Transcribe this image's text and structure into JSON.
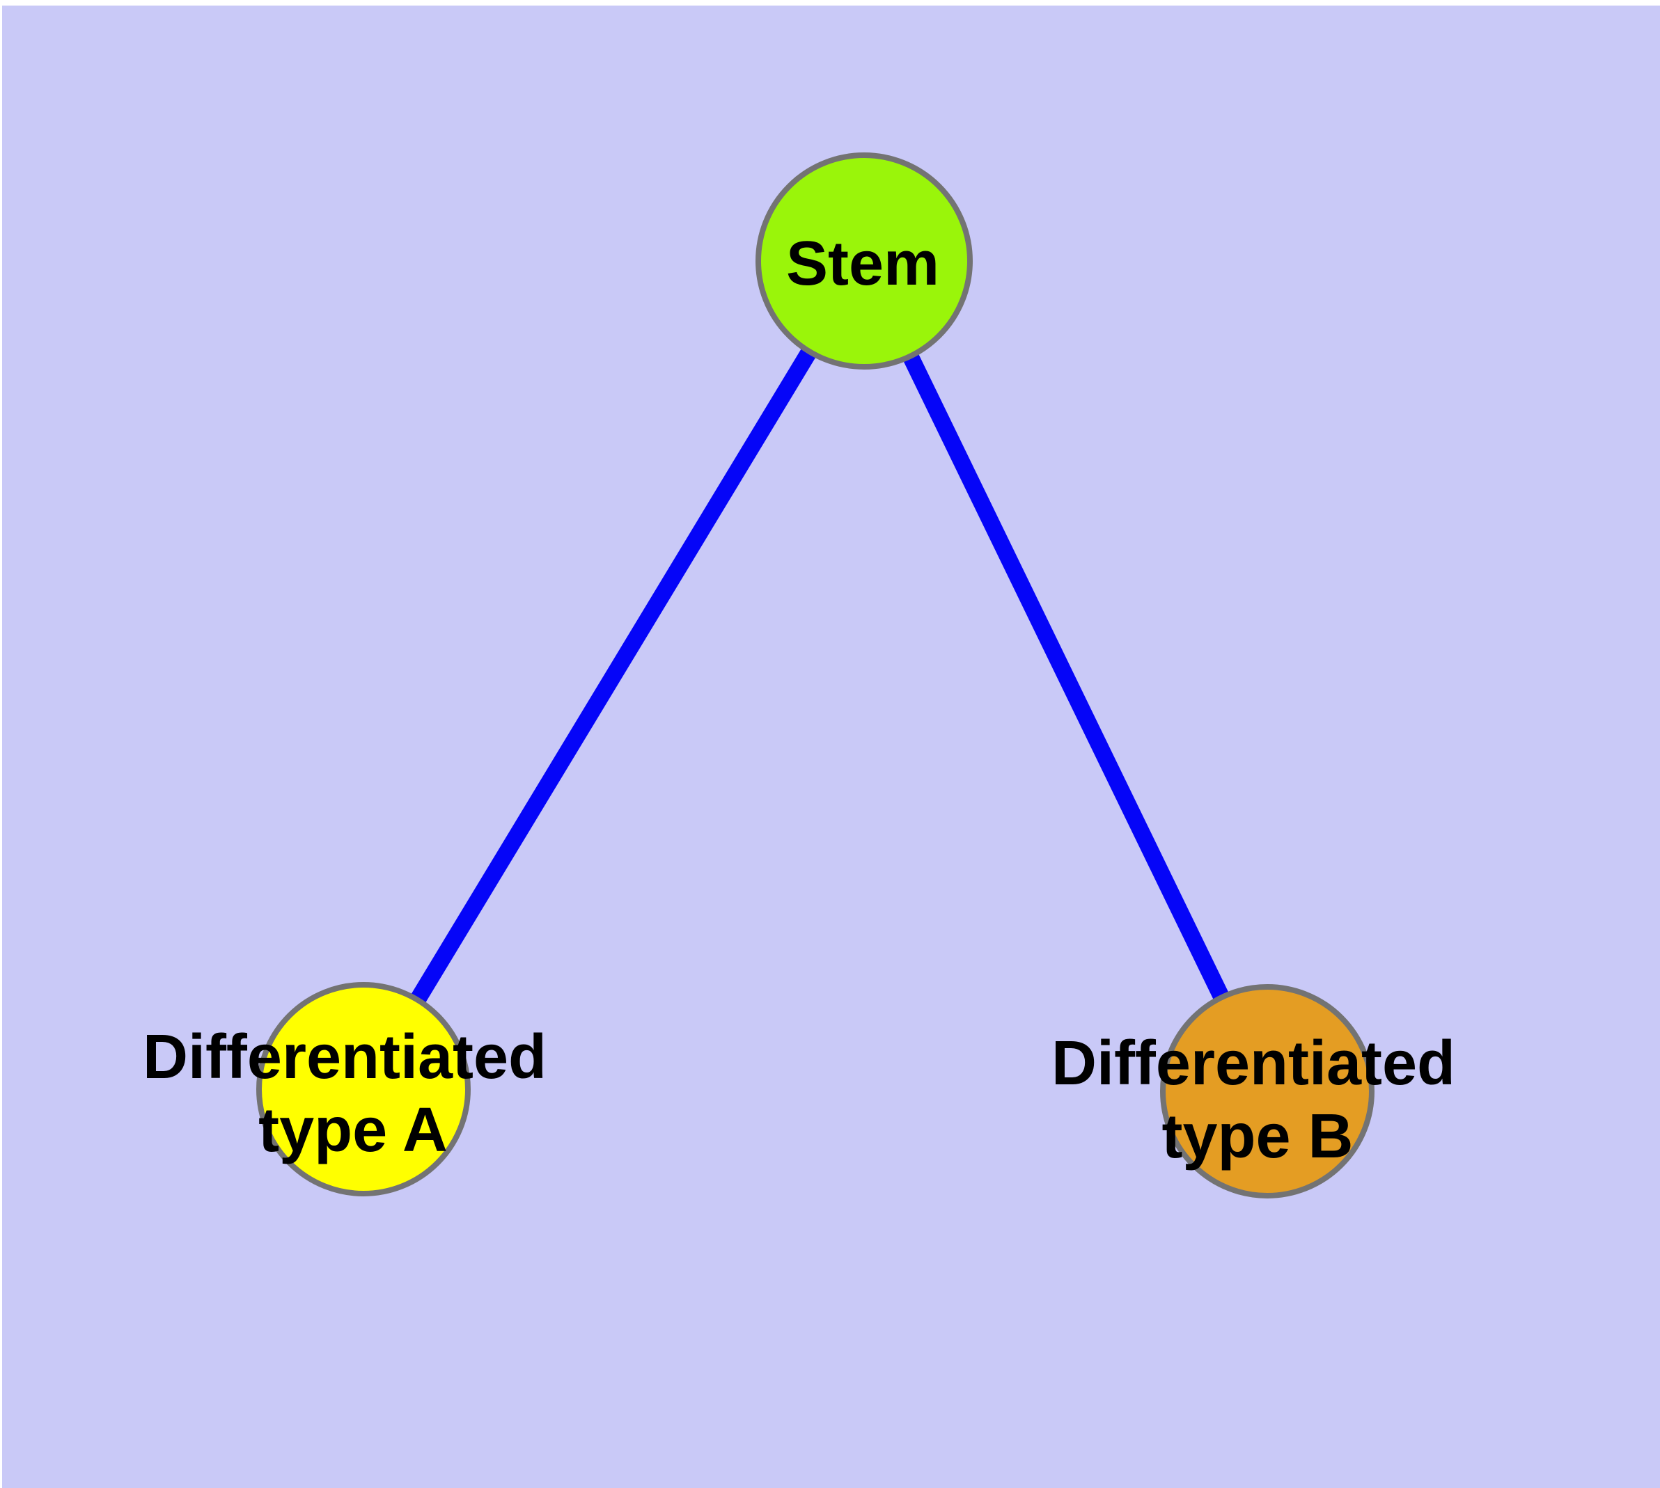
{
  "figure": {
    "type": "node-link-diagram",
    "background_color": "#C9C9F7",
    "margin_color": "#FFFFFF",
    "edge_color": "#0505F8",
    "node_border_color": "#737373",
    "label_color": "#000000",
    "nodes": [
      {
        "id": "stem",
        "label": "Stem",
        "line1": "Stem",
        "line2": "",
        "fill": "#9AF50A"
      },
      {
        "id": "diff-a",
        "label": "Differentiated type A",
        "line1": "Differentiated",
        "line2": "type A",
        "fill": "#FFFF00"
      },
      {
        "id": "diff-b",
        "label": "Differentiated type B",
        "line1": "Differentiated",
        "line2": "type B",
        "fill": "#E49D23"
      }
    ],
    "edges": [
      {
        "from": "Stem",
        "to": "Differentiated type A"
      },
      {
        "from": "Stem",
        "to": "Differentiated type B"
      }
    ]
  }
}
